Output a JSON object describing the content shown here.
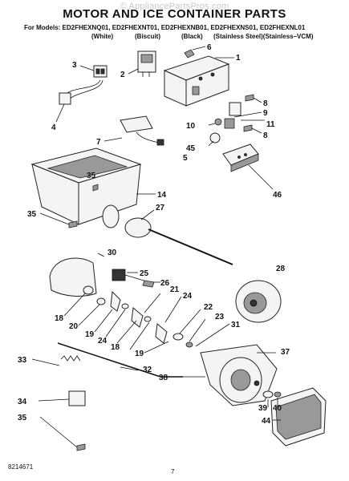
{
  "watermark": "© AppliancePartsPros.com",
  "title": "MOTOR AND ICE CONTAINER PARTS",
  "models_line": "For Models: ED2FHEXNQ01, ED2FHEXNT01, ED2FHEXNB01, ED2FHEXNS01, ED2FHEXNL01",
  "colors": [
    "(White)",
    "(Biscuit)",
    "(Black)",
    "(Stainless Steel)(Stainless–VCM)"
  ],
  "footer": {
    "doc_number": "8214671",
    "page_number": "7"
  },
  "callouts": [
    "1",
    "2",
    "3",
    "4",
    "5",
    "6",
    "7",
    "8",
    "9",
    "10",
    "11",
    "8",
    "45",
    "46",
    "35",
    "14",
    "27",
    "35",
    "30",
    "25",
    "28",
    "26",
    "21",
    "18",
    "20",
    "19",
    "24",
    "18",
    "24",
    "22",
    "23",
    "31",
    "19",
    "37",
    "33",
    "32",
    "38",
    "34",
    "39",
    "40",
    "35",
    "44"
  ]
}
